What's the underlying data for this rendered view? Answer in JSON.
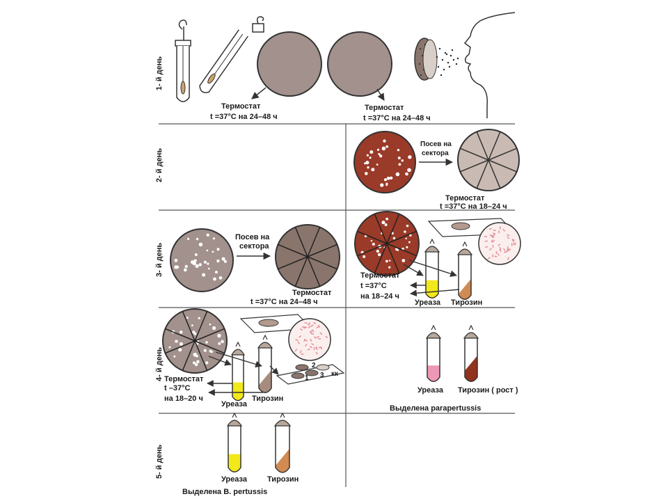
{
  "colors": {
    "plate_gray": "#a2918c",
    "plate_dark": "#8a756c",
    "plate_red": "#9a3a28",
    "plate_light": "#c9bbb3",
    "urease_yellow": "#f3e81a",
    "tyrosine_orange": "#d08a52",
    "pink": "#ee98b8",
    "brown_red": "#92331e",
    "tube_brown": "#a68c7c",
    "line": "#333333"
  },
  "days": {
    "d1": "1- й день",
    "d2": "2- й день",
    "d3": "3- й день",
    "d4": "4- й день",
    "d5": "5- й день"
  },
  "day1": {
    "left": {
      "line1": "Термостат",
      "line2": "t =37°С   на 24–48 ч"
    },
    "right": {
      "line1": "Термостат",
      "line2": "t =37°С   на 24–48 ч"
    }
  },
  "day2": {
    "posev1": "Посев на",
    "posev2": "сектора",
    "thermo1": "Термостат",
    "thermo2": "t =37°С  на 18–24 ч"
  },
  "day3": {
    "posev1": "Посев  на",
    "posev2": "сектора",
    "thermo1": "Термостат",
    "thermo2": "t =37°С   на  24–48 ч",
    "r_thermo1": "Термостат",
    "r_thermo2": "t =37°С",
    "r_thermo3": "на 18–24 ч",
    "urease": "Уреаза",
    "tyrosine": "Тирозин"
  },
  "day4": {
    "thermo1": "Термостат",
    "thermo2": "t –37°С",
    "thermo3": "на 18–20 ч",
    "urease": "Уреаза",
    "tyrosine": "Тирозин",
    "slide_num1": "1",
    "slide_num2": "2",
    "slide_num3": "3",
    "slide_kk": "кк",
    "r_urease": "Уреаза",
    "r_tyrosine": "Тирозин  ( рост )",
    "r_result": "Выделена parapertussis"
  },
  "day5": {
    "urease": "Уреаза",
    "tyrosine": "Тирозин",
    "result": "Выделена  B. pertussis"
  }
}
